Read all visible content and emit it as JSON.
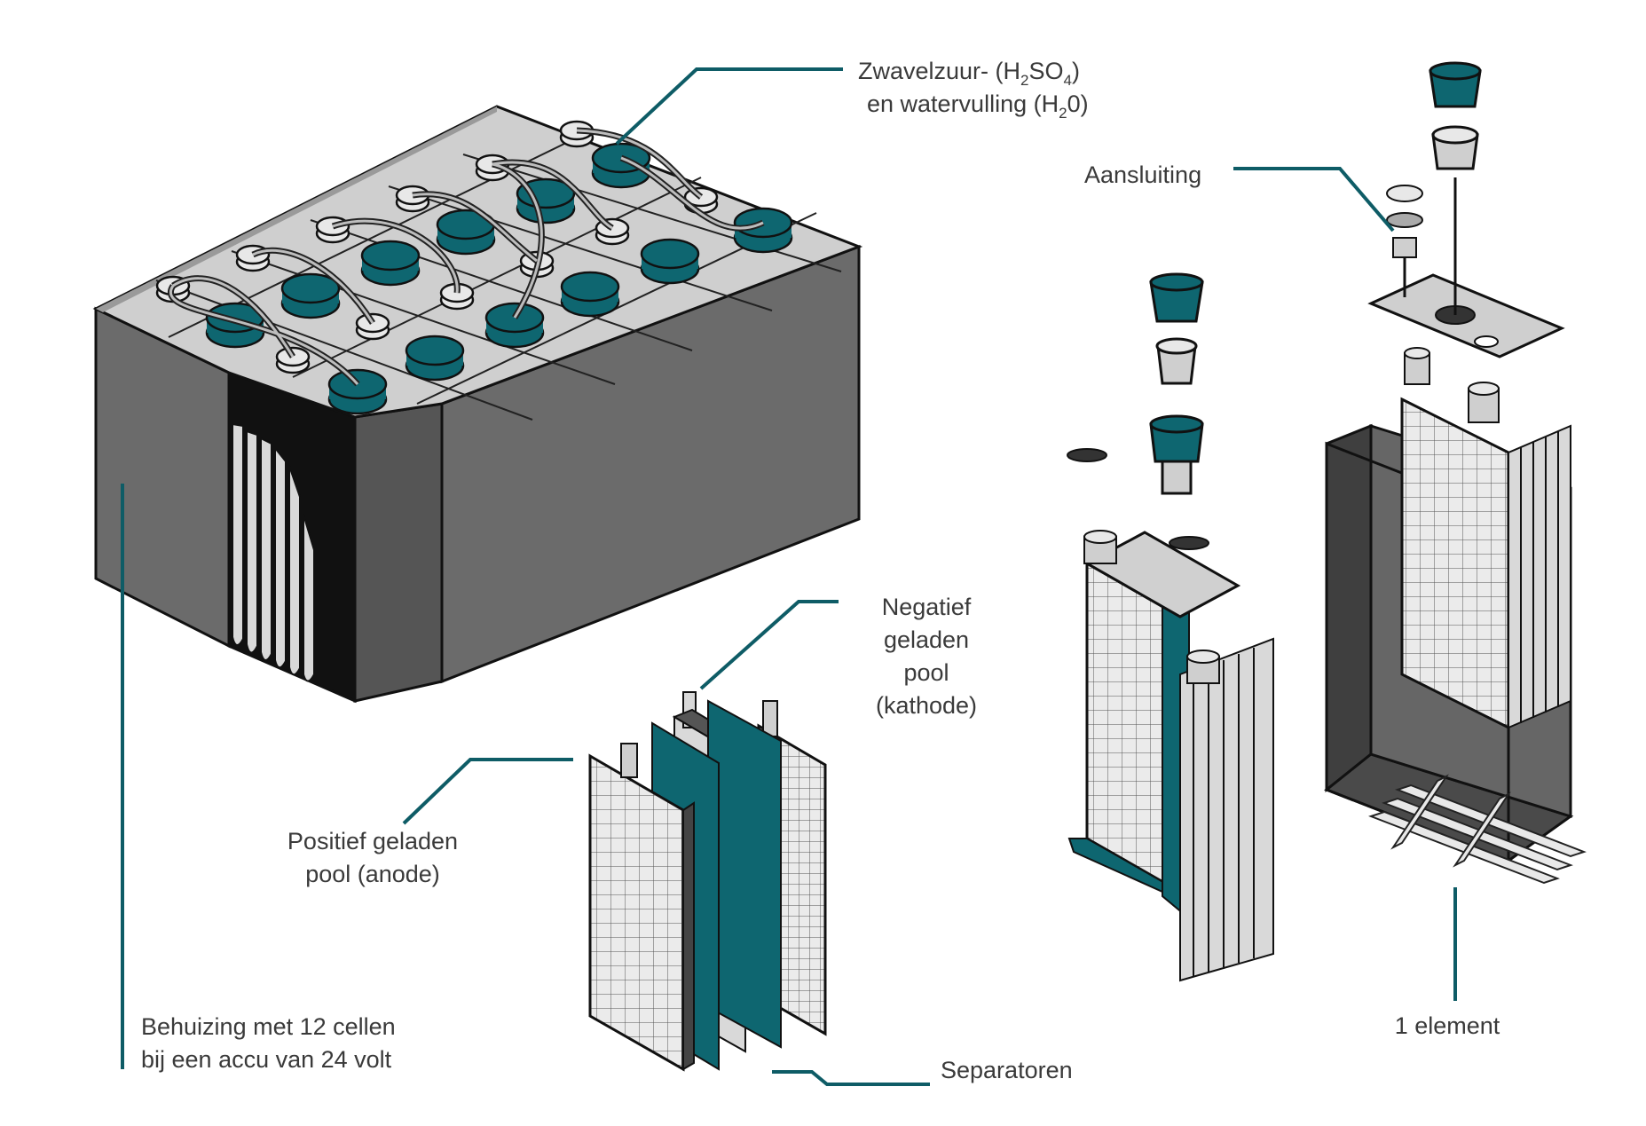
{
  "colors": {
    "teal": "#0e6670",
    "leader": "#0e5c66",
    "case_dark": "#555555",
    "case_mid": "#6b6b6b",
    "case_light": "#808080",
    "lid": "#cfcfcf",
    "plate": "#e9e9e9",
    "black": "#111111"
  },
  "labels": {
    "fill_line1_pre": "Zwavelzuur- (H",
    "fill_line1_sub1": "2",
    "fill_line1_mid": "SO",
    "fill_line1_sub2": "4",
    "fill_line1_post": ")",
    "fill_line2_pre": "en watervulling (H",
    "fill_line2_sub": "2",
    "fill_line2_post": "0)",
    "aansluiting": "Aansluiting",
    "negatief_1": "Negatief",
    "negatief_2": "geladen",
    "negatief_3": "pool",
    "negatief_4": "(kathode)",
    "positief_1": "Positief geladen",
    "positief_2": "pool (anode)",
    "behuizing_1": "Behuizing met 12 cellen",
    "behuizing_2": "bij een accu van 24 volt",
    "separatoren": "Separatoren",
    "element": "1 element"
  },
  "icons": [
    "battery-housing",
    "filler-cap",
    "plate-grid",
    "separator",
    "cell-element"
  ]
}
